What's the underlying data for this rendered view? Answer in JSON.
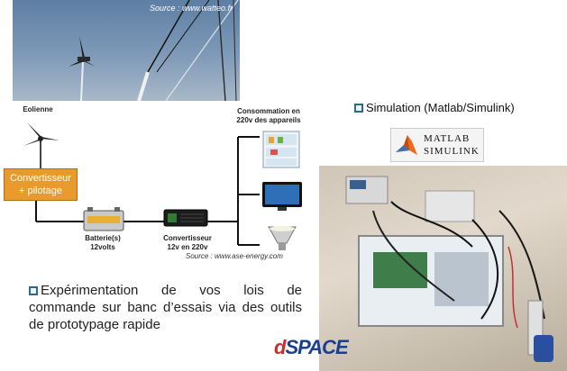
{
  "photo_source": "Source : www.watteo.fr",
  "eolienne_label": "Eolienne",
  "convertisseur_box": [
    "Convertisseur",
    "+ pilotage"
  ],
  "consommation_label": [
    "Consommation en",
    "220v des appareils"
  ],
  "batterie_label": [
    "Batterie(s)",
    "12volts"
  ],
  "convertisseur2_label": [
    "Convertisseur",
    "12v en 220v"
  ],
  "diagram_source": "Source : www.ase-energy.com",
  "simulation_title": "Simulation (Matlab/Simulink)",
  "matlab_logo": [
    "MATLAB",
    "SIMULINK"
  ],
  "experimentation_text": [
    "Expérimentation de vos lois de",
    "commande sur banc d’essais via des outils",
    "de prototypage rapide"
  ],
  "dspace_logo": [
    "d",
    "SPACE"
  ],
  "colors": {
    "converter_box": "#e89a2c",
    "bullet": "#2a6a8a",
    "dspace_d": "#d4282a",
    "dspace_space": "#1b3f8f"
  }
}
